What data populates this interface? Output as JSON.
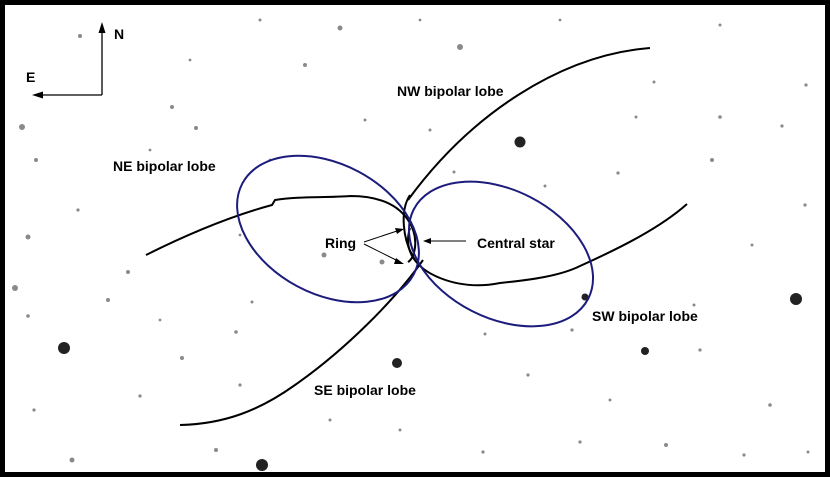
{
  "compass": {
    "north": "N",
    "east": "E"
  },
  "labels": {
    "nw_lobe": "NW bipolar lobe",
    "ne_lobe": "NE bipolar lobe",
    "sw_lobe": "SW bipolar lobe",
    "se_lobe": "SE bipolar lobe",
    "ring": "Ring",
    "central_star": "Central star"
  },
  "colors": {
    "ring_ellipse": "#1c1c7c",
    "lobe_curve": "#000000",
    "frame": "#000000",
    "background": "#ffffff"
  }
}
